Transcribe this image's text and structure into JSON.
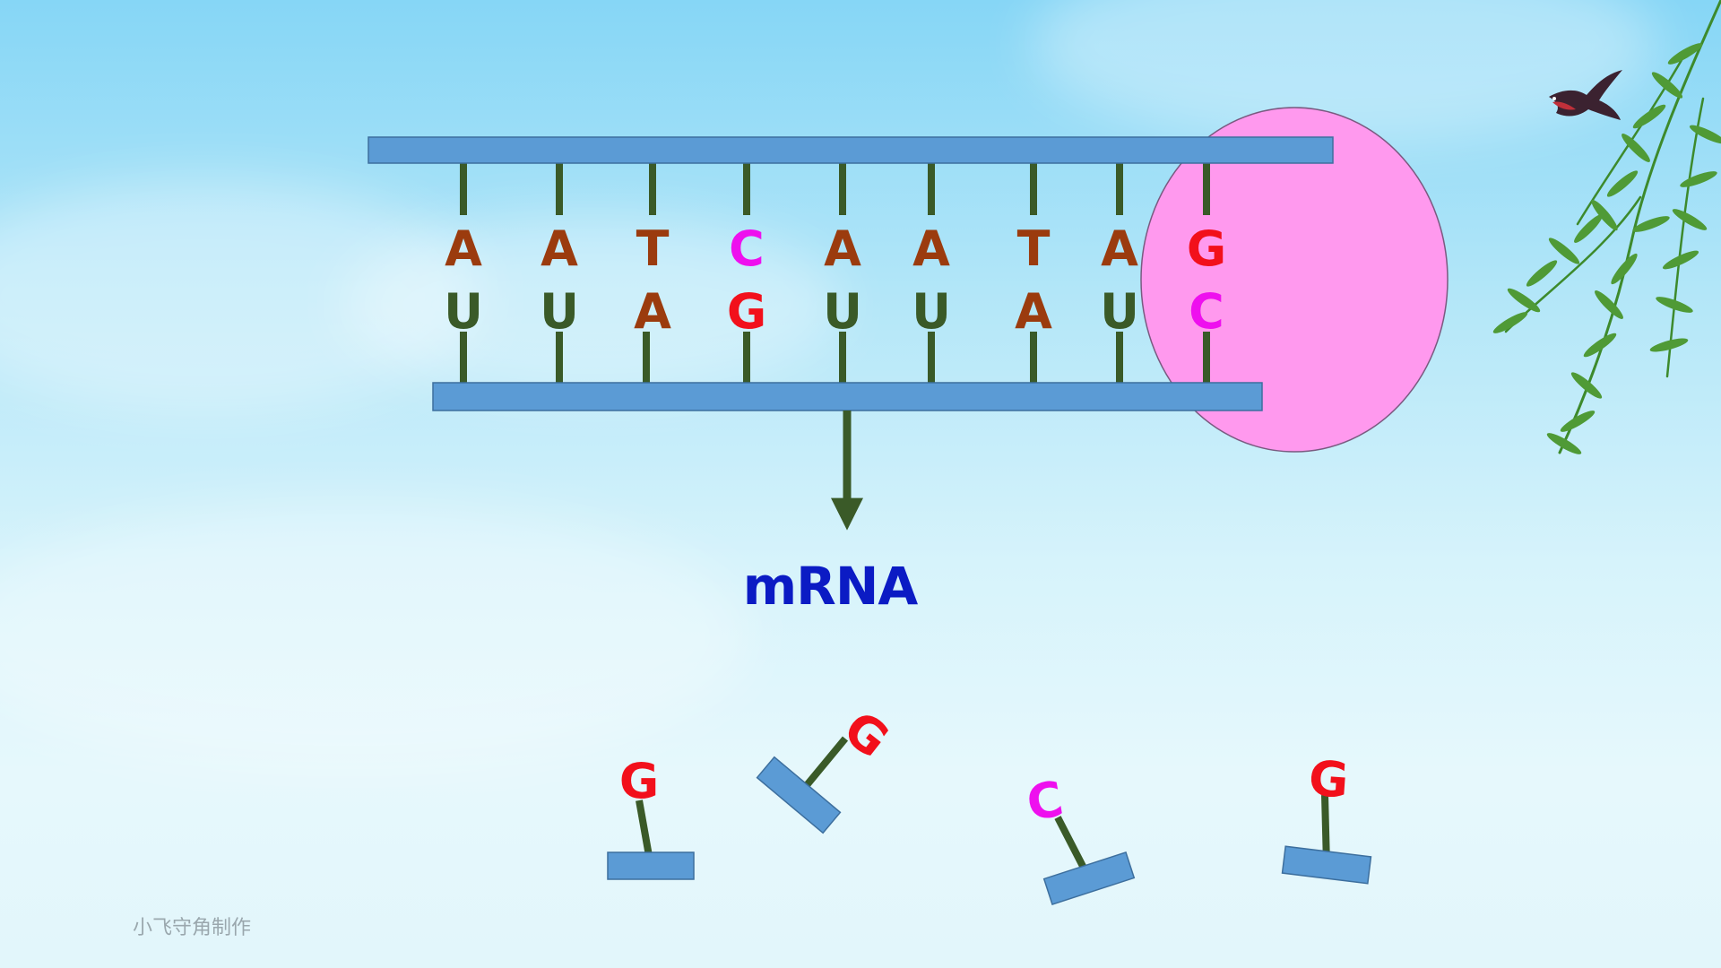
{
  "colors": {
    "strand": "#5b9bd5",
    "strand_border": "#3d6f9e",
    "stem": "#3a5a28",
    "brown": "#9b3b0e",
    "red": "#f2101b",
    "magenta": "#ee10ee",
    "enzyme": "#ff99ee",
    "label_blue": "#0b1bc4"
  },
  "dna_row": [
    {
      "base": "A",
      "color": "brown"
    },
    {
      "base": "A",
      "color": "brown"
    },
    {
      "base": "T",
      "color": "brown"
    },
    {
      "base": "C",
      "color": "magenta"
    },
    {
      "base": "A",
      "color": "brown"
    },
    {
      "base": "A",
      "color": "brown"
    },
    {
      "base": "T",
      "color": "brown"
    },
    {
      "base": "A",
      "color": "brown"
    },
    {
      "base": "G",
      "color": "red"
    }
  ],
  "rna_row": [
    {
      "base": "U",
      "color": "stem"
    },
    {
      "base": "U",
      "color": "stem"
    },
    {
      "base": "A",
      "color": "brown"
    },
    {
      "base": "G",
      "color": "red"
    },
    {
      "base": "U",
      "color": "stem"
    },
    {
      "base": "U",
      "color": "stem"
    },
    {
      "base": "A",
      "color": "brown"
    },
    {
      "base": "U",
      "color": "stem"
    },
    {
      "base": "C",
      "color": "magenta"
    }
  ],
  "free_nucleotides": [
    {
      "base": "G",
      "color": "red"
    },
    {
      "base": "G",
      "color": "red"
    },
    {
      "base": "C",
      "color": "magenta"
    },
    {
      "base": "G",
      "color": "red"
    }
  ],
  "mrna_label": "mRNA",
  "credit": "小飞守角制作"
}
